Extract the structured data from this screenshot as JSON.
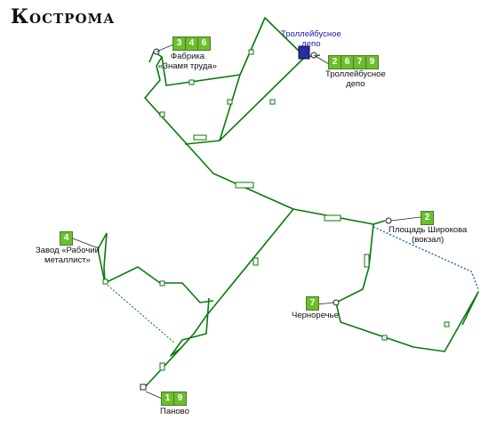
{
  "map": {
    "title": "Кострома",
    "colors": {
      "line": "#0a7a0a",
      "dashed": "#1a6fa8",
      "route_box": "#6cbf2a",
      "depot_blue": "#1a1aa8"
    }
  },
  "stops": {
    "znamya": {
      "label_1": "Фабрика",
      "label_2": "«Знамя труда»",
      "routes": [
        "3",
        "4",
        "6"
      ]
    },
    "depot": {
      "label_top_1": "Троллейбусное",
      "label_top_2": "депо",
      "label_1": "Троллейбусное",
      "label_2": "депо",
      "routes": [
        "2",
        "6",
        "7",
        "9"
      ]
    },
    "shirokova": {
      "label_1": "Площадь Широкова",
      "label_2": "(вокзал)",
      "routes": [
        "2"
      ]
    },
    "zavod": {
      "label_1": "Завод «Рабочий",
      "label_2": "металлист»",
      "routes": [
        "4"
      ]
    },
    "chernorechye": {
      "label_1": "Черноречье",
      "routes": [
        "7"
      ]
    },
    "panovo": {
      "label_1": "Паново",
      "routes": [
        "1",
        "9"
      ]
    }
  }
}
